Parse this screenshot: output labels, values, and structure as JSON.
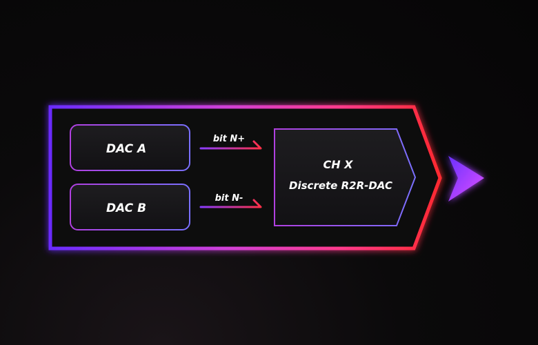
{
  "diagram": {
    "blocks": {
      "dac_a": "DAC A",
      "dac_b": "DAC B",
      "channel_title": "CH X",
      "channel_subtitle": "Discrete R2R-DAC"
    },
    "signals": {
      "positive": "bit N+",
      "negative": "bit N-"
    },
    "colors": {
      "purple": "#7b3cff",
      "magenta": "#e040c8",
      "red": "#ff2a3a",
      "box_border": "#8a5cff"
    }
  }
}
